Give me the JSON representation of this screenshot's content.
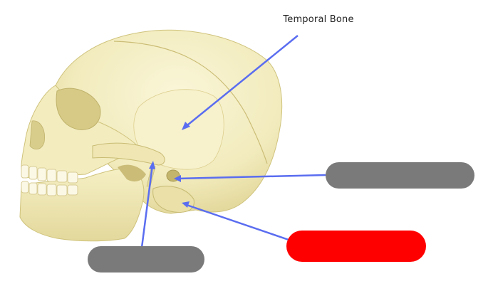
{
  "diagram": {
    "title_label": "Temporal Bone",
    "colors": {
      "background": "#ffffff",
      "arrow": "#5a6df0",
      "answer_box_gray": "#7a7a7a",
      "answer_box_highlight": "#ff0000",
      "bone": "#f4efc2",
      "bone_shadow": "#d9cf8c",
      "teeth": "#fbf8e6"
    },
    "answer_boxes": [
      {
        "id": "right",
        "color_key": "answer_box_gray",
        "state": "hidden"
      },
      {
        "id": "bottom",
        "color_key": "answer_box_gray",
        "state": "hidden"
      },
      {
        "id": "lower-right",
        "color_key": "answer_box_highlight",
        "state": "highlighted"
      }
    ]
  }
}
